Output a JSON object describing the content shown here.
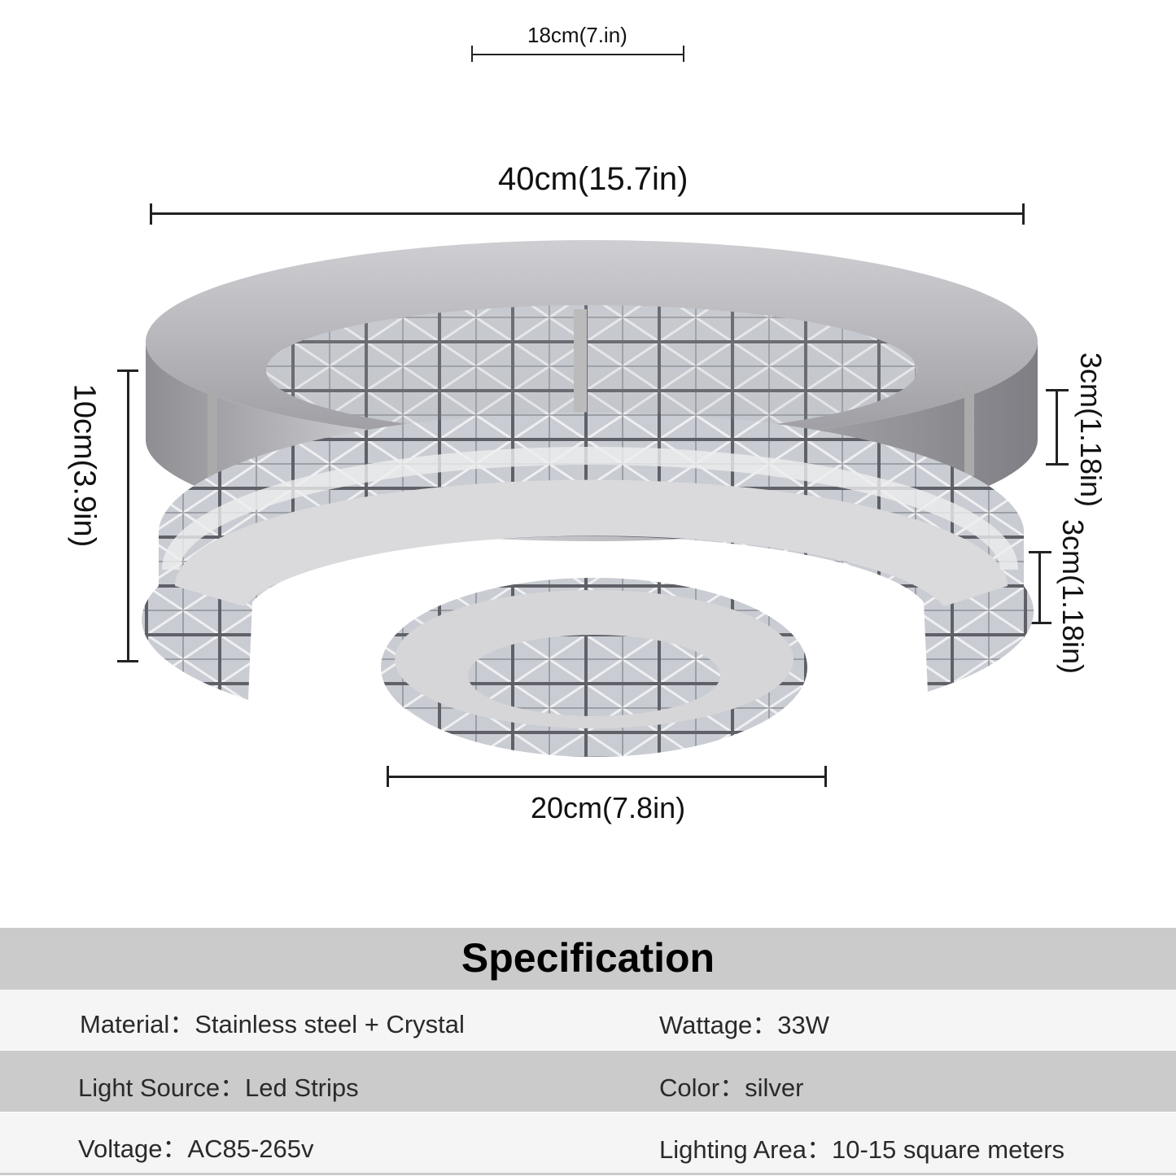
{
  "dimensions": {
    "top_mount": "18cm(7.in)",
    "overall_width": "40cm(15.7in)",
    "height": "10cm(3.9in)",
    "upper_ring_height": "3cm(1.18in)",
    "lower_ring_height": "3cm(1.18in)",
    "inner_ring_width": "20cm(7.8in)"
  },
  "specification": {
    "title": "Specification",
    "rows": [
      {
        "left": "Material：Stainless steel + Crystal",
        "right": "Wattage：33W"
      },
      {
        "left": "Light Source：Led Strips",
        "right": "Color：silver"
      },
      {
        "left": "Voltage：AC85-265v",
        "right": "Lighting Area：10-15 square meters"
      }
    ]
  },
  "colors": {
    "band_dark": "#cbcbcb",
    "band_light": "#f5f5f5",
    "text": "#2a2a2a"
  }
}
